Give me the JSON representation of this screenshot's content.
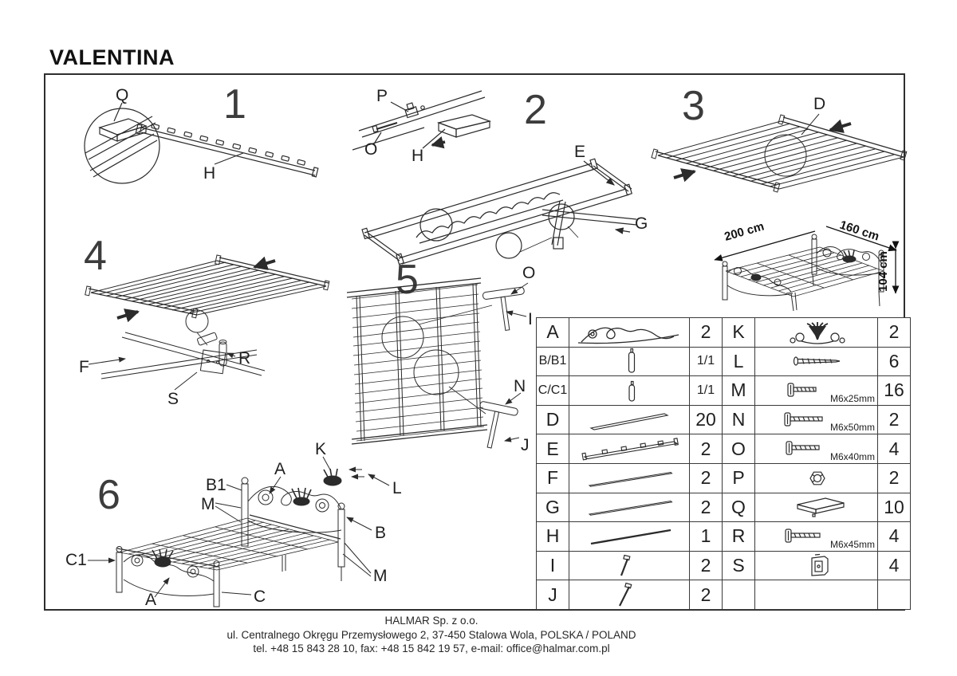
{
  "title": "VALENTINA",
  "steps": {
    "s1": {
      "num": "1",
      "q": "Q",
      "h": "H"
    },
    "s2": {
      "num": "2",
      "p": "P",
      "o": "O",
      "h": "H",
      "e": "E",
      "g": "G"
    },
    "s3": {
      "num": "3",
      "d": "D"
    },
    "s4": {
      "num": "4",
      "f": "F",
      "r": "R",
      "s": "S"
    },
    "s5": {
      "num": "5",
      "o": "O",
      "i": "I",
      "n": "N",
      "j": "J"
    },
    "s6": {
      "num": "6",
      "k": "K",
      "a_top": "A",
      "b1": "B1",
      "m_left": "M",
      "l": "L",
      "b": "B",
      "c1": "C1",
      "m_right": "M",
      "a_bottom": "A",
      "c": "C"
    }
  },
  "dimensions": {
    "length": "200 cm",
    "width": "160 cm",
    "height": "104 cm"
  },
  "parts_table": {
    "left_rows": [
      {
        "letter": "A",
        "qty": "2",
        "icon": "headboard-scroll-icon"
      },
      {
        "letter": "B/B1",
        "qty": "1/1",
        "icon": "post-long-icon"
      },
      {
        "letter": "C/C1",
        "qty": "1/1",
        "icon": "post-short-icon"
      },
      {
        "letter": "D",
        "qty": "20",
        "icon": "slat-icon"
      },
      {
        "letter": "E",
        "qty": "2",
        "icon": "slat-rail-icon"
      },
      {
        "letter": "F",
        "qty": "2",
        "icon": "rod-icon"
      },
      {
        "letter": "G",
        "qty": "2",
        "icon": "rod-icon"
      },
      {
        "letter": "H",
        "qty": "1",
        "icon": "rod-dark-icon"
      },
      {
        "letter": "I",
        "qty": "2",
        "icon": "bolt-angled-icon"
      },
      {
        "letter": "J",
        "qty": "2",
        "icon": "bolt-angled-icon"
      }
    ],
    "right_rows": [
      {
        "letter": "K",
        "qty": "2",
        "note": "",
        "icon": "ornament-icon"
      },
      {
        "letter": "L",
        "qty": "6",
        "note": "",
        "icon": "screw-icon"
      },
      {
        "letter": "M",
        "qty": "16",
        "note": "M6x25mm",
        "icon": "flange-bolt-icon"
      },
      {
        "letter": "N",
        "qty": "2",
        "note": "M6x50mm",
        "icon": "flange-bolt-icon"
      },
      {
        "letter": "O",
        "qty": "4",
        "note": "M6x40mm",
        "icon": "flange-bolt-icon"
      },
      {
        "letter": "P",
        "qty": "2",
        "note": "",
        "icon": "hex-nut-icon"
      },
      {
        "letter": "Q",
        "qty": "10",
        "note": "",
        "icon": "pad-icon"
      },
      {
        "letter": "R",
        "qty": "4",
        "note": "M6x45mm",
        "icon": "flange-bolt-icon"
      },
      {
        "letter": "S",
        "qty": "4",
        "note": "",
        "icon": "bracket-icon"
      },
      {
        "letter": "",
        "qty": "",
        "note": "",
        "icon": ""
      }
    ]
  },
  "footer": {
    "company": "HALMAR Sp. z o.o.",
    "address": "ul. Centralnego Okręgu Przemysłowego 2, 37-450 Stalowa Wola, POLSKA / POLAND",
    "contact": "tel. +48 15 843 28 10, fax: +48 15 842 19 57, e-mail: office@halmar.com.pl"
  }
}
